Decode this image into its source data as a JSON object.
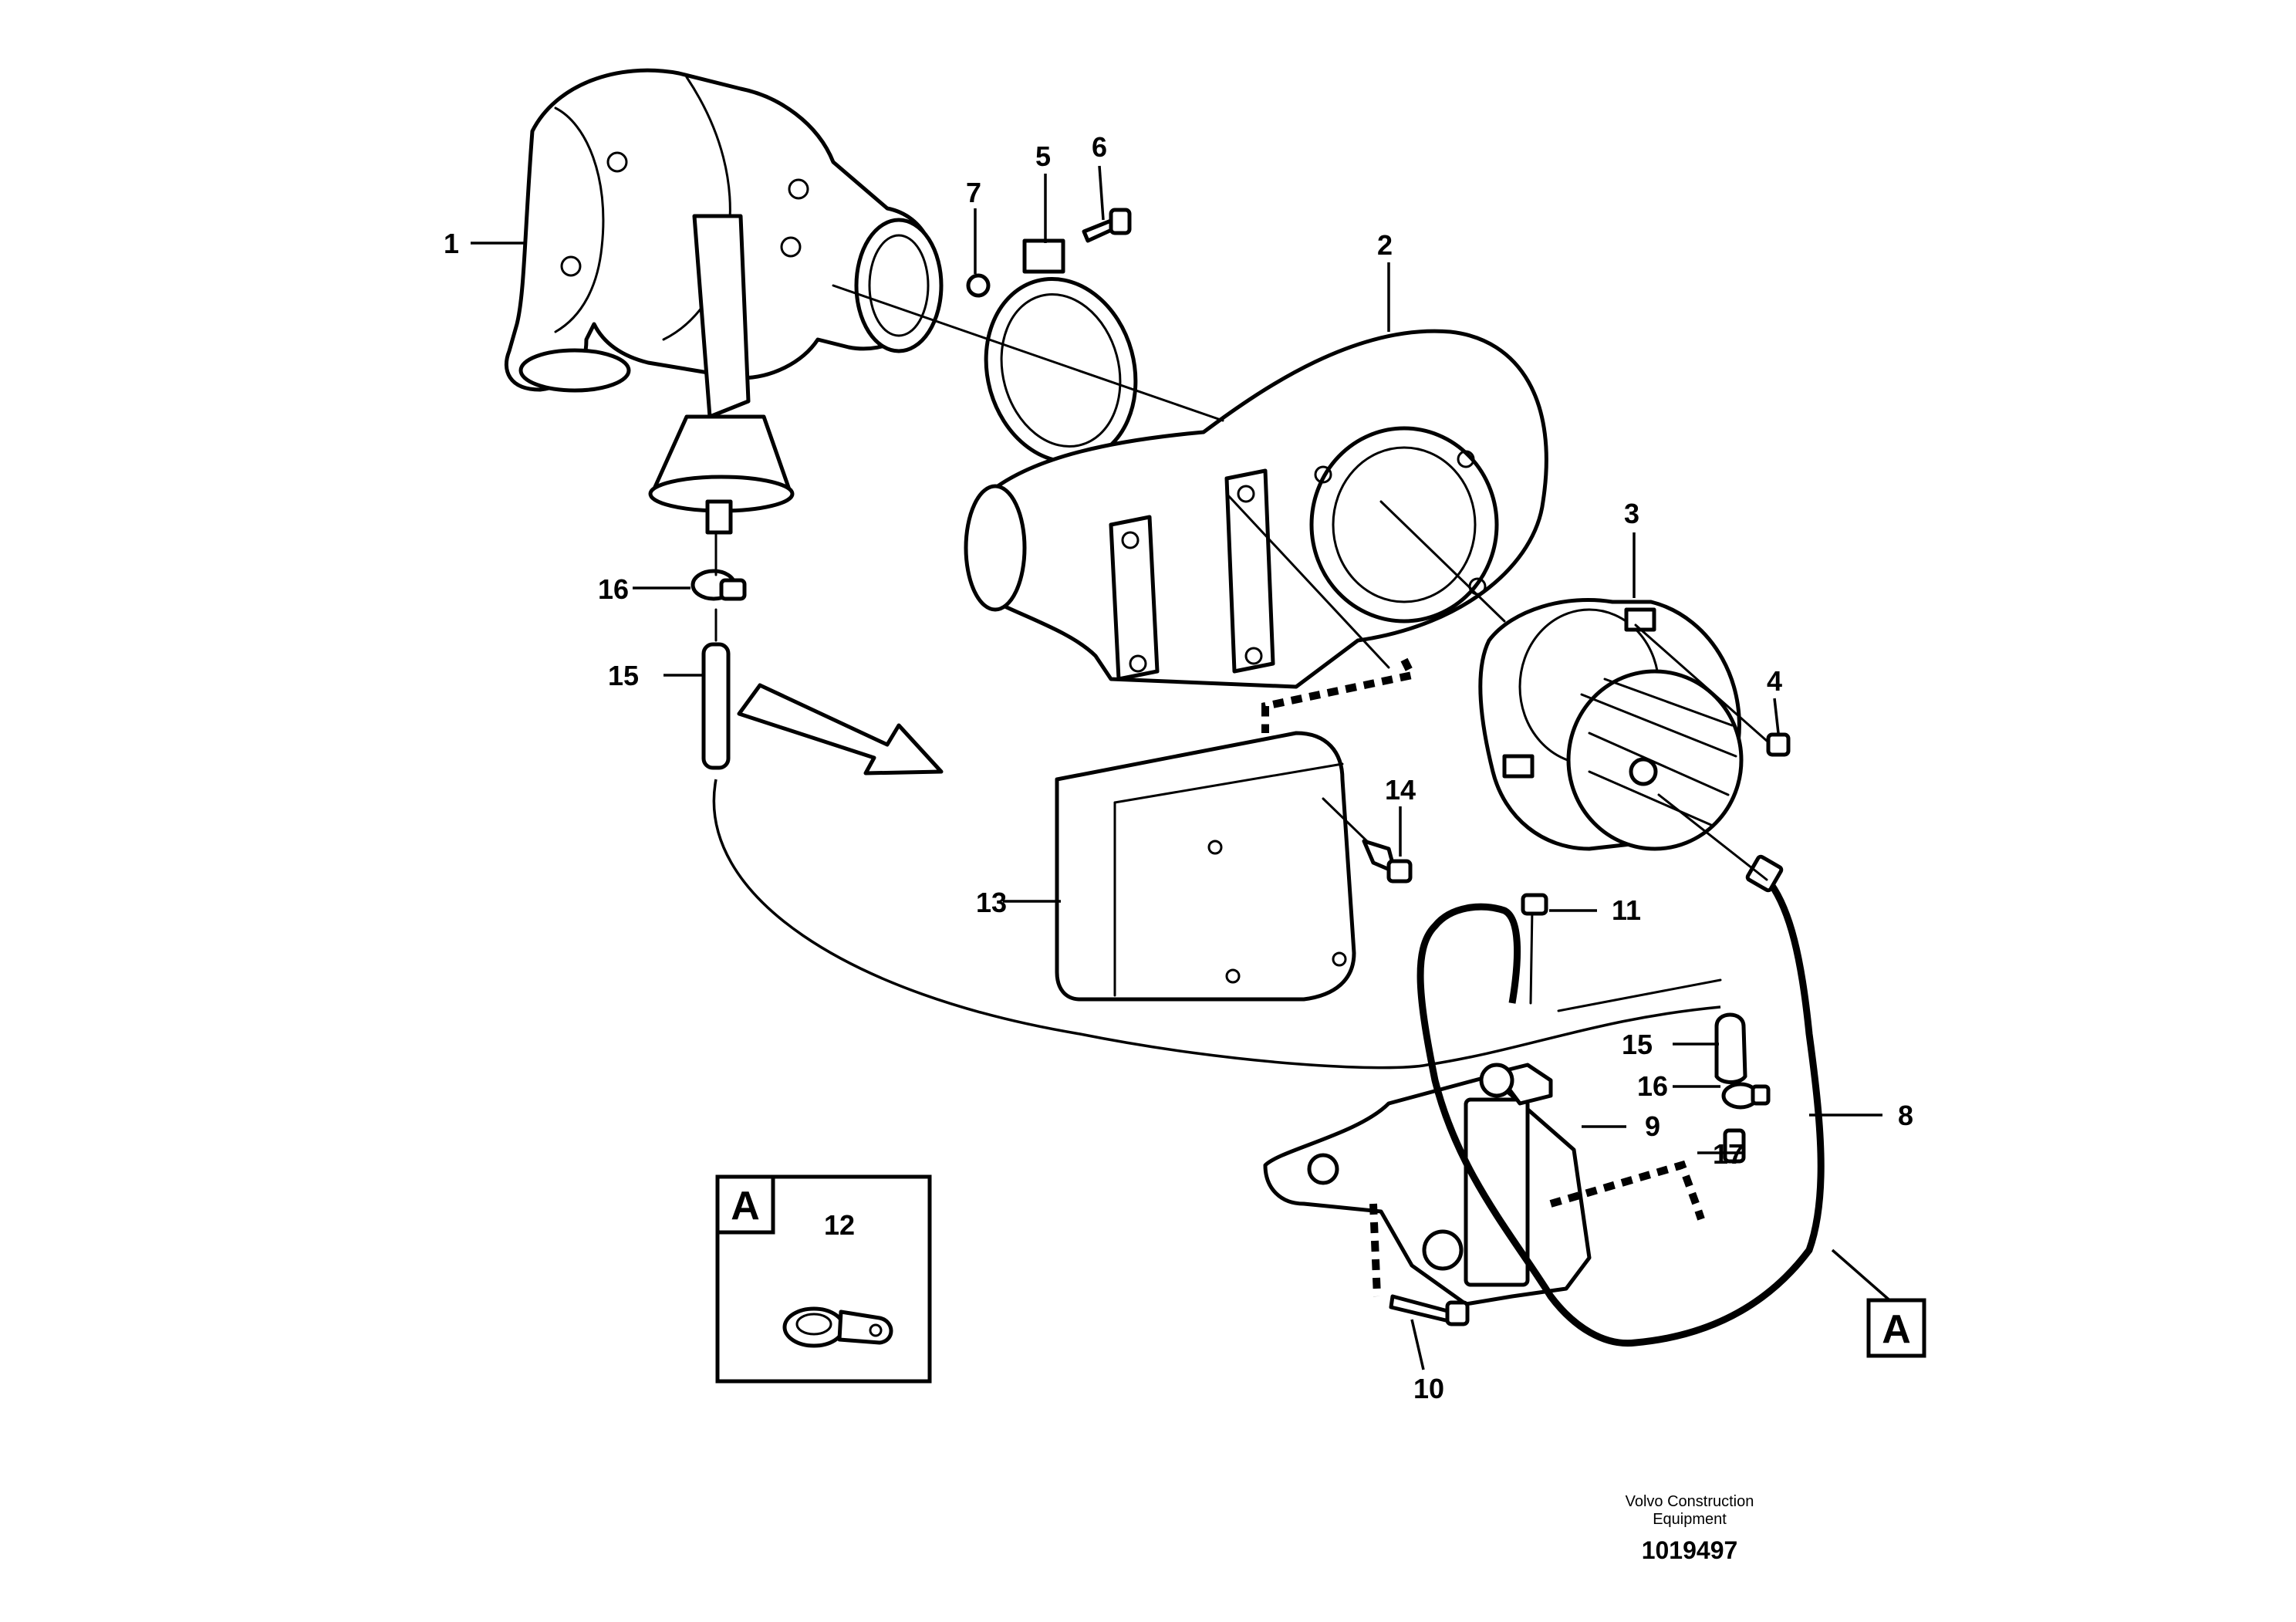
{
  "callouts": [
    {
      "label": "1"
    },
    {
      "label": "2"
    },
    {
      "label": "3"
    },
    {
      "label": "4"
    },
    {
      "label": "5"
    },
    {
      "label": "6"
    },
    {
      "label": "7"
    },
    {
      "label": "8"
    },
    {
      "label": "9"
    },
    {
      "label": "10"
    },
    {
      "label": "11"
    },
    {
      "label": "12"
    },
    {
      "label": "13"
    },
    {
      "label": "14"
    },
    {
      "label": "15"
    },
    {
      "label": "15"
    },
    {
      "label": "16"
    },
    {
      "label": "16"
    },
    {
      "label": "17"
    }
  ],
  "detail_box": {
    "letter": "A",
    "part_label": "12"
  },
  "detail_reference": {
    "letter": "A"
  },
  "footer": {
    "company_line1": "Volvo Construction",
    "company_line2": "Equipment",
    "drawing_number": "1019497"
  }
}
